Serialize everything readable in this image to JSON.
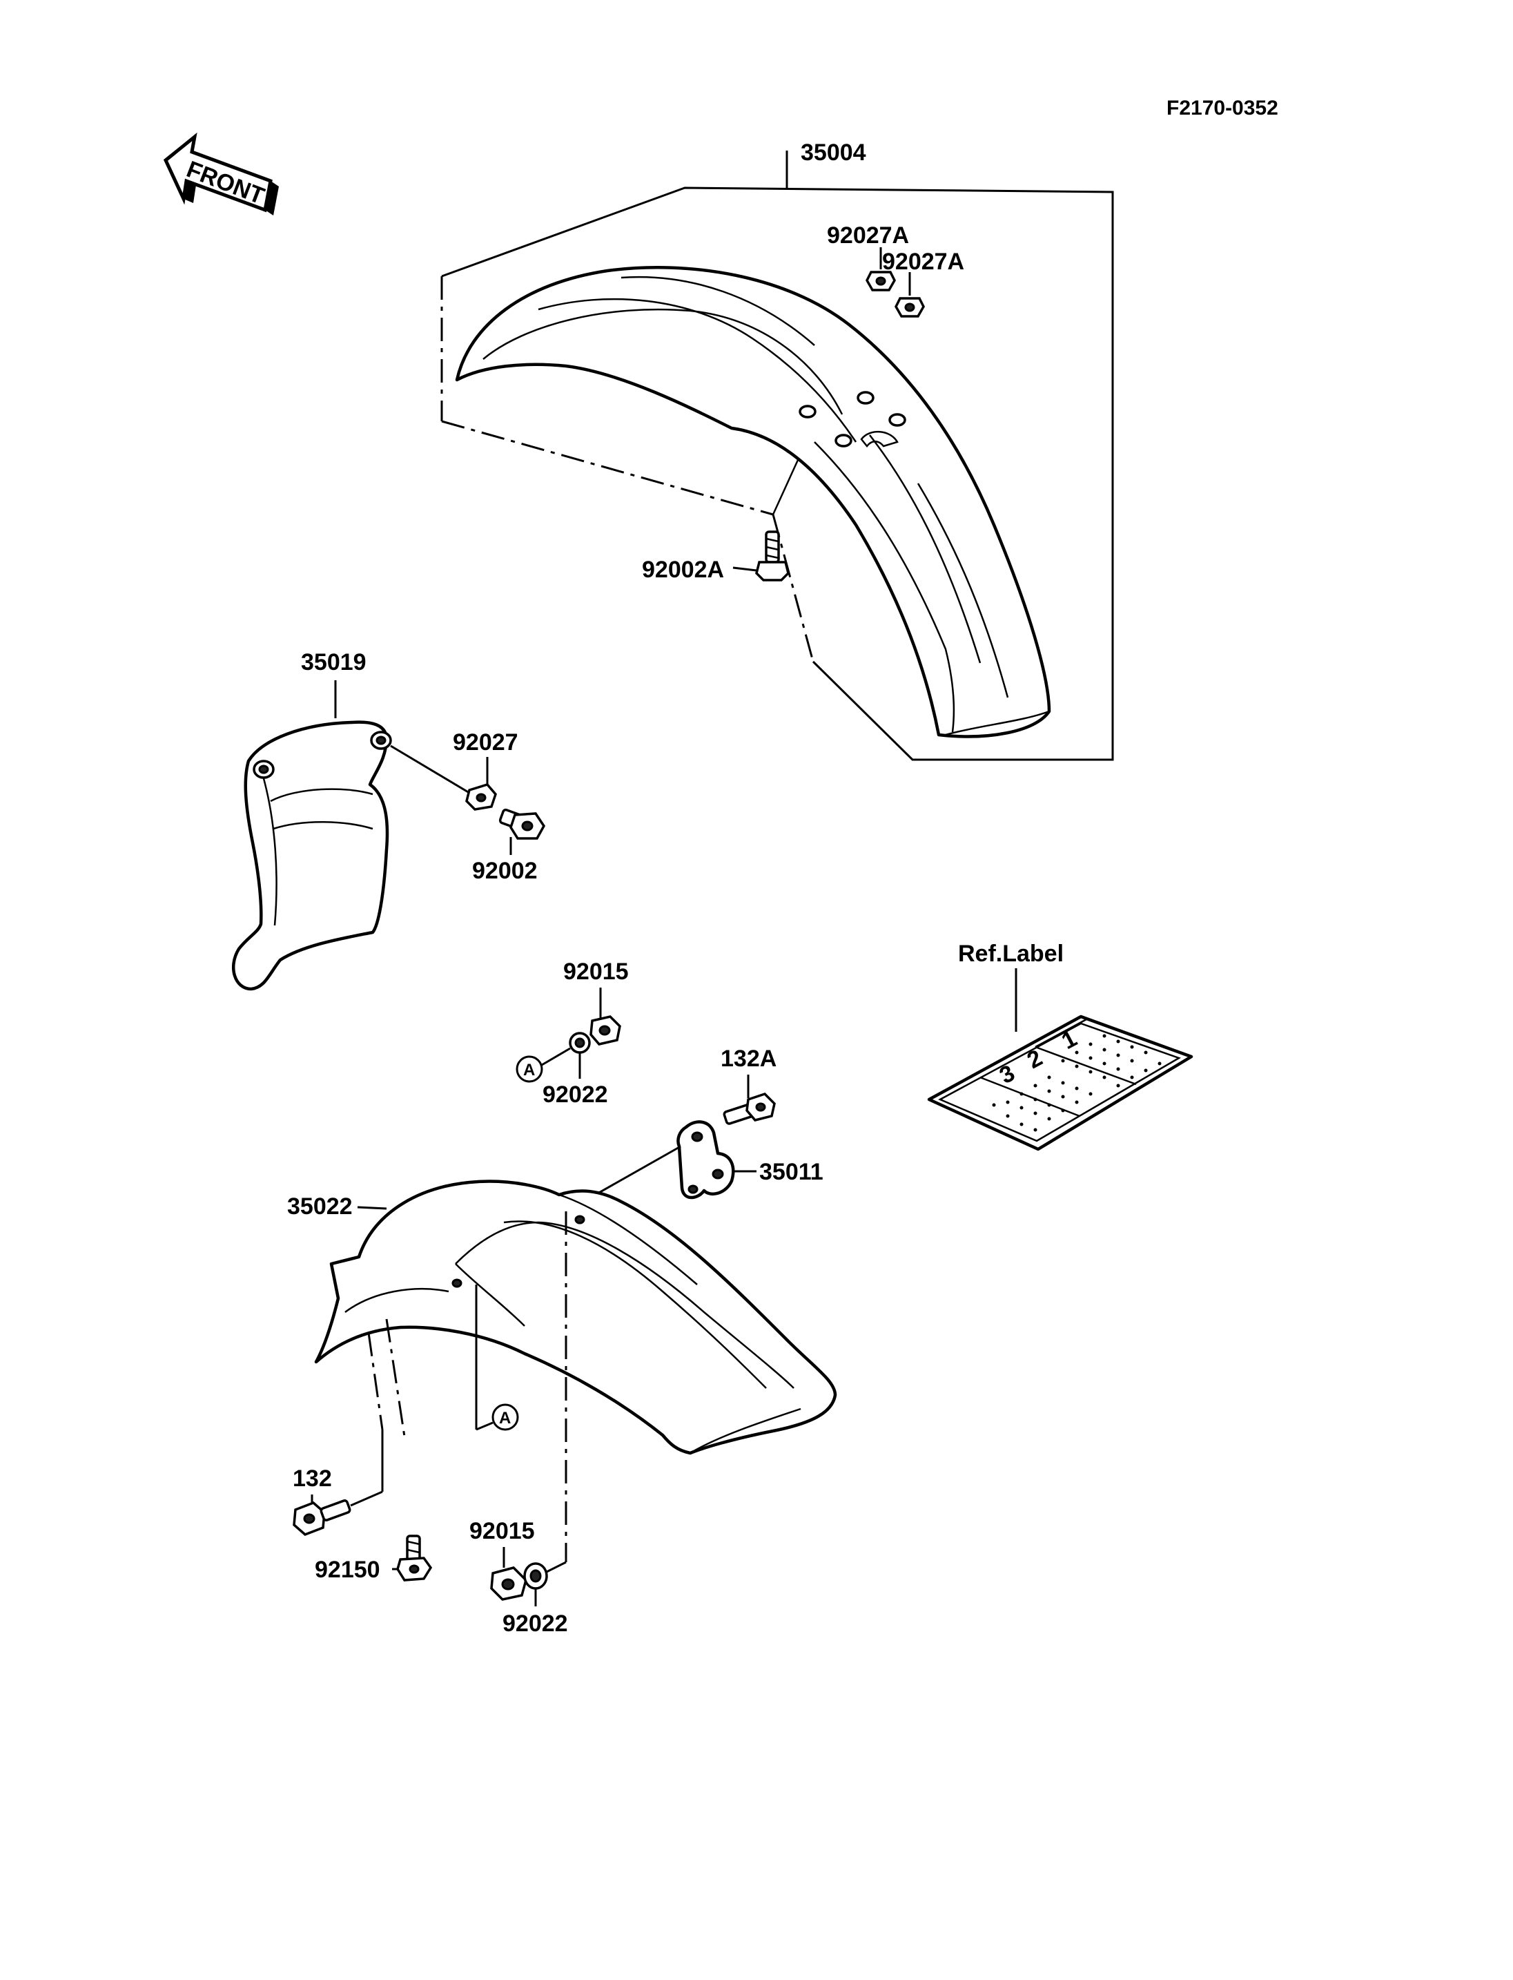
{
  "diagram_code": "F2170-0352",
  "front_label": "FRONT",
  "labels": {
    "p35004": "35004",
    "p92027A_1": "92027A",
    "p92027A_2": "92027A",
    "p92002A": "92002A",
    "p35019": "35019",
    "p92027": "92027",
    "p92002": "92002",
    "p92015_top": "92015",
    "p92022_top": "92022",
    "p132A": "132A",
    "p35011": "35011",
    "p35022": "35022",
    "p132": "132",
    "p92150": "92150",
    "p92015_bottom": "92015",
    "p92022_bottom": "92022",
    "ref_label": "Ref.Label"
  },
  "callout_marker": "A",
  "ref_label_numbers": [
    "3",
    "2",
    "1"
  ]
}
